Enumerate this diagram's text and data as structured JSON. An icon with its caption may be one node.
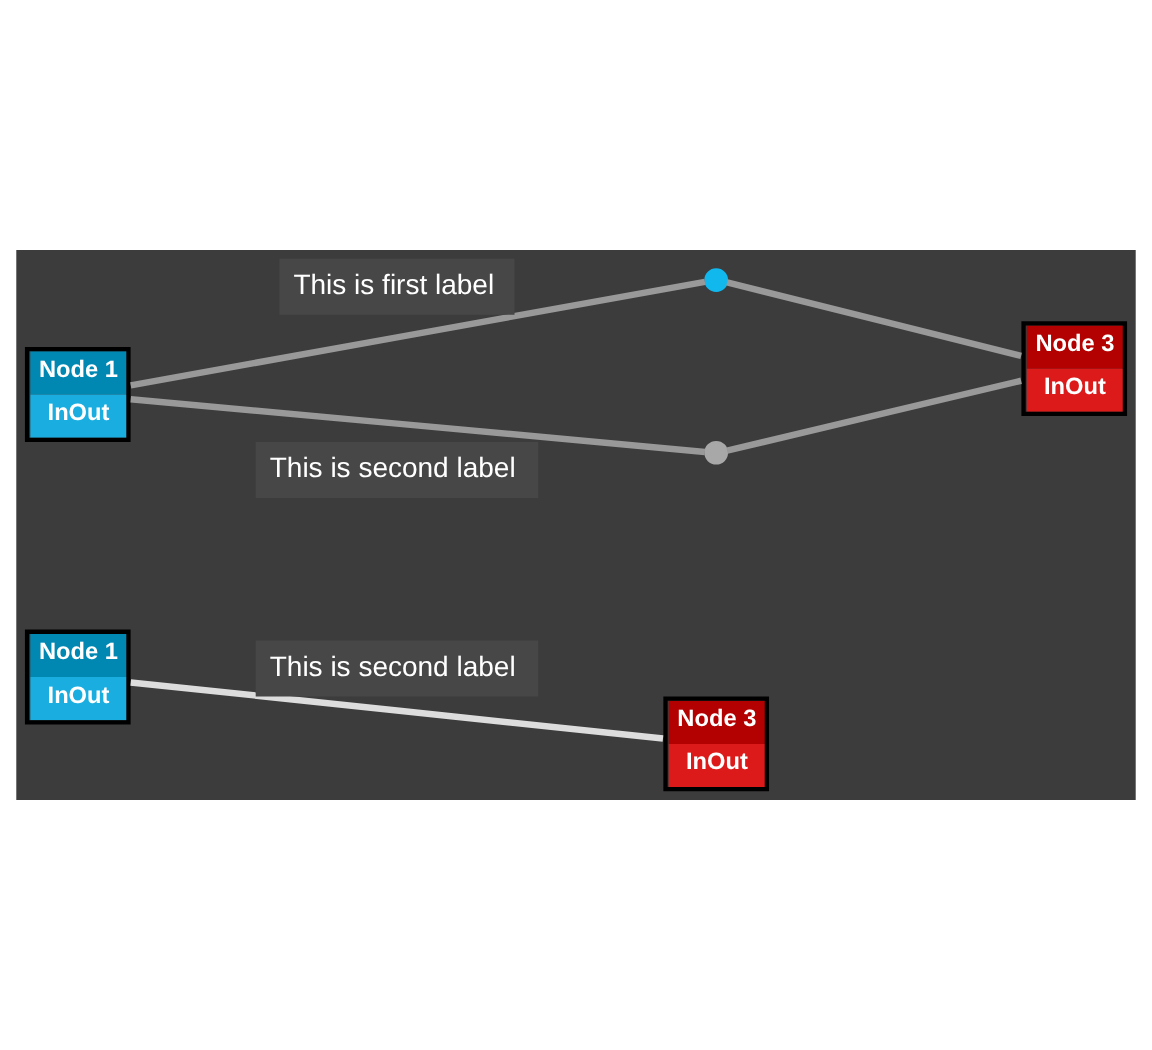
{
  "diagram": {
    "nodes": [
      {
        "text": [
          "Node 1",
          "InOut"
        ]
      },
      {
        "text": [
          "Node 3",
          "InOut"
        ]
      },
      {
        "text": [
          "Node 1",
          "InOut"
        ]
      },
      {
        "text": [],
        "shape": "circle"
      },
      {
        "text": [],
        "shape": "circle"
      },
      {
        "text": [
          "Node 3",
          "InOut"
        ]
      }
    ],
    "edges": [
      {
        "from": 0,
        "to": 1,
        "arrow": "none",
        "label": "This is second label",
        "color": "#dddddd"
      },
      {
        "from": 2,
        "to": 3,
        "arrow": "none",
        "label": "This is first label"
      },
      {
        "from": 3,
        "to": 5,
        "arrow": "none"
      },
      {
        "from": 2,
        "to": 4,
        "arrow": "none",
        "label": "This is second label"
      },
      {
        "from": 4,
        "to": 5,
        "arrow": "none"
      }
    ]
  }
}
